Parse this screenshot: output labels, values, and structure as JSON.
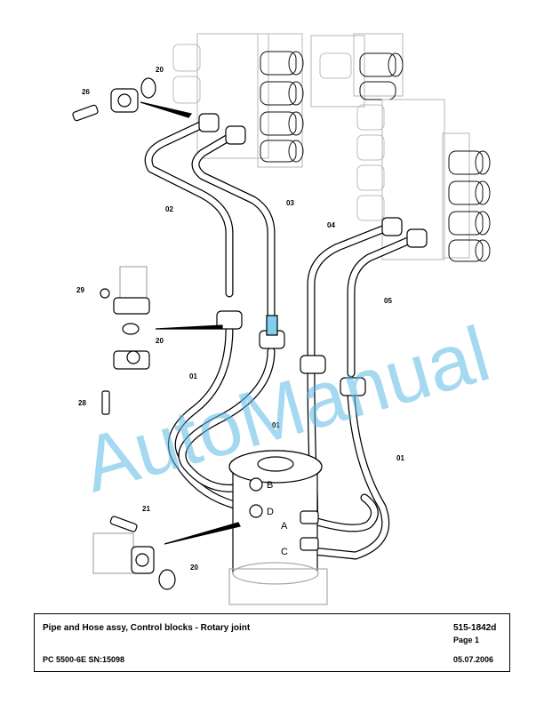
{
  "watermark": "AutoManual",
  "callouts": {
    "c26": "26",
    "c20a": "20",
    "c02": "02",
    "c03": "03",
    "c04": "04",
    "c05": "05",
    "c29": "29",
    "c20b": "20",
    "c01a": "01",
    "c28": "28",
    "c01b": "01",
    "c01c": "01",
    "c21": "21",
    "c20c": "20"
  },
  "ports": {
    "a": "A",
    "b": "B",
    "c": "C",
    "d": "D"
  },
  "title_block": {
    "title": "Pipe and Hose assy, Control blocks - Rotary joint",
    "doc_number": "515-1842d",
    "page": "Page 1",
    "model": "PC 5500-6E SN:15098",
    "date": "05.07.2006"
  },
  "colors": {
    "watermark": "#5bb8e6",
    "line": "#000000",
    "ghost": "#bdbdbd"
  }
}
